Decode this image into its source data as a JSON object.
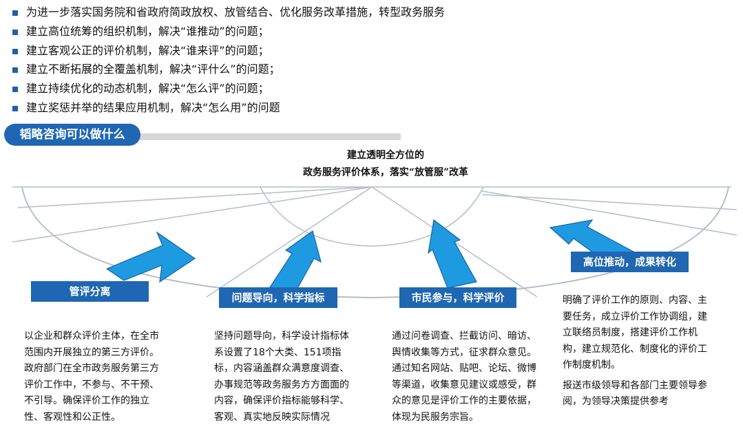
{
  "bullets": [
    "为进一步落实国务院和省政府简政放权、放管结合、优化服务改革措施，转型政务服务",
    "建立高位统筹的组织机制，解决“谁推动”的问题；",
    "建立客观公正的评价机制，解决“谁来评”的问题；",
    "建立不断拓展的全覆盖机制，解决“评什么”的问题；",
    "建立持续优化的动态机制，解决“怎么评”的问题；",
    "建立奖惩并举的结果应用机制，解决“怎么用”的问题"
  ],
  "section": {
    "title": "韬略咨询可以做什么"
  },
  "center": {
    "line1": "建立透明全方位的",
    "line2": "政务服务评价体系，落实“放管服”改革"
  },
  "pillars": [
    {
      "label": "管评分离",
      "desc": [
        "以企业和群众评价主体，在全市范围内开展独立的第三方评价。政府部门在全市政务服务第三方评价工作中，不参与、不干预、不引导。确保评价工作的独立性、客观性和公正性。"
      ]
    },
    {
      "label": "问题导向，科学指标",
      "desc": [
        "坚持问题导向，科学设计指标体系设置了18个大类、151项指标，内容涵盖群众满意度调查、办事规范等政务服务方方面面的内容，确保评价指标能够科学、客观、真实地反映实际情况"
      ]
    },
    {
      "label": "市民参与，科学评价",
      "desc": [
        "通过问卷调查、拦截访问、暗访、舆情收集等方式，征求群众意见。通过知名网站、贴吧、论坛、微博等渠道，收集意见建议或感受，群众的意见是评价工作的主要依据，体现为民服务宗旨。"
      ]
    },
    {
      "label": "高位推动，成果转化",
      "desc": [
        "明确了评价工作的原则、内容、主要任务，成立评价工作协调组，建立联络员制度，搭建评价工作机构，建立规范化、制度化的评价工作制度机制。",
        "报送市级领导和各部门主要领导参阅，为领导决策提供参考"
      ]
    }
  ],
  "colors": {
    "accent": "#1f66b3",
    "arrow": "#1e9be0",
    "arc": "#b4bcc8"
  }
}
